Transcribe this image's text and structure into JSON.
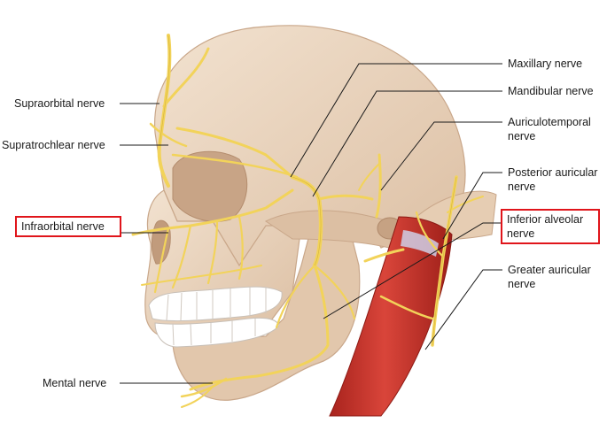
{
  "labels": {
    "supraorbital": "Supraorbital nerve",
    "supratrochlear": "Supratrochlear nerve",
    "infraorbital": "Infraorbital nerve",
    "mental": "Mental nerve",
    "maxillary": "Maxillary nerve",
    "mandibular": "Mandibular nerve",
    "auriculotemporal": [
      "Auriculotemporal",
      "nerve"
    ],
    "posterior_auricular": [
      "Posterior auricular",
      "nerve"
    ],
    "inferior_alveolar": [
      "Inferior alveolar",
      "nerve"
    ],
    "greater_auricular": [
      "Greater auricular",
      "nerve"
    ]
  },
  "highlighted_labels": [
    "Infraorbital nerve",
    "Inferior alveolar nerve"
  ],
  "colors": {
    "skull": "#ead3bd",
    "skull_shadow": "#d8b99c",
    "nerve": "#f2d35a",
    "nerve_outline": "#c9a52c",
    "muscle": "#c8322a",
    "teeth": "#ffffff",
    "highlight_box": "#e0151b",
    "leader_line": "#1a1a1a"
  }
}
